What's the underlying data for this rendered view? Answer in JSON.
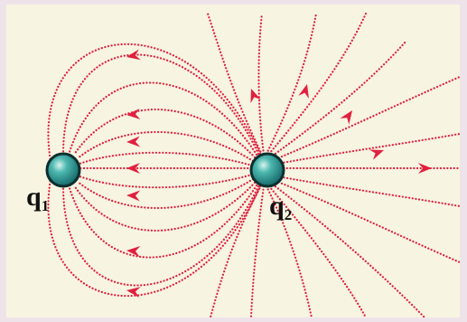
{
  "charges": [
    {
      "id": "q1",
      "symbol": "q",
      "subscript": "1",
      "sphere_color": "#2a9a95"
    },
    {
      "id": "q2",
      "symbol": "q",
      "subscript": "2",
      "sphere_color": "#2a9a95"
    }
  ],
  "field_lines": {
    "color": "#e0203f",
    "style": "dotted",
    "arrow_color": "#e0203f"
  },
  "colors": {
    "background": "#f7f4e1",
    "border": "#efe3ea"
  }
}
